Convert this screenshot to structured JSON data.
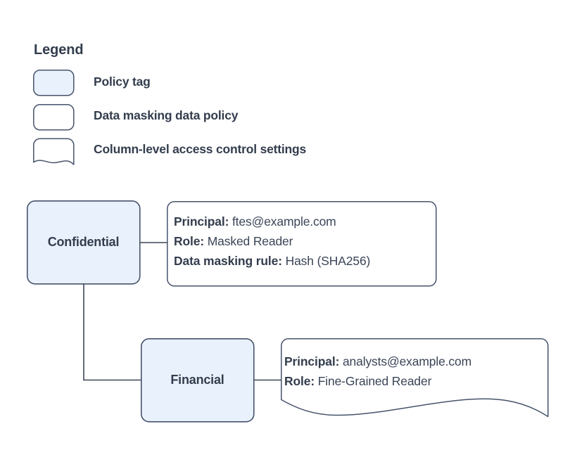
{
  "diagram": {
    "type": "policy-tag-hierarchy",
    "background_color": "#ffffff",
    "colors": {
      "node_fill": "#e9f1fc",
      "node_stroke": "#46536b",
      "box_fill": "#ffffff",
      "box_stroke": "#46536b",
      "text": "#333d4d",
      "text_value": "#3b4557",
      "connector": "#3d4757"
    }
  },
  "legend": {
    "title": "Legend",
    "items": [
      {
        "shape": "rounded-rect-filled",
        "label": "Policy tag"
      },
      {
        "shape": "rounded-rect-outline",
        "label": "Data masking data policy"
      },
      {
        "shape": "document-wavy-bottom",
        "label": "Column-level access control settings"
      }
    ]
  },
  "nodes": [
    {
      "id": "confidential",
      "label": "Confidential",
      "kind": "policy-tag"
    },
    {
      "id": "financial",
      "label": "Financial",
      "kind": "policy-tag"
    }
  ],
  "details": [
    {
      "id": "confidential-policy",
      "kind": "data-masking-data-policy",
      "attached_to": "confidential",
      "lines": [
        {
          "key": "Principal:",
          "value": "ftes@example.com"
        },
        {
          "key": "Role:",
          "value": "Masked Reader"
        },
        {
          "key": "Data masking rule:",
          "value": "Hash (SHA256)"
        }
      ]
    },
    {
      "id": "financial-policy",
      "kind": "column-level-access-control-settings",
      "attached_to": "financial",
      "lines": [
        {
          "key": "Principal:",
          "value": "analysts@example.com"
        },
        {
          "key": "Role:",
          "value": "Fine-Grained Reader"
        }
      ]
    }
  ],
  "connectors": [
    {
      "from": "confidential",
      "to": "confidential-policy",
      "style": "straight"
    },
    {
      "from": "confidential",
      "to": "financial",
      "style": "elbow"
    },
    {
      "from": "financial",
      "to": "financial-policy",
      "style": "straight"
    }
  ]
}
